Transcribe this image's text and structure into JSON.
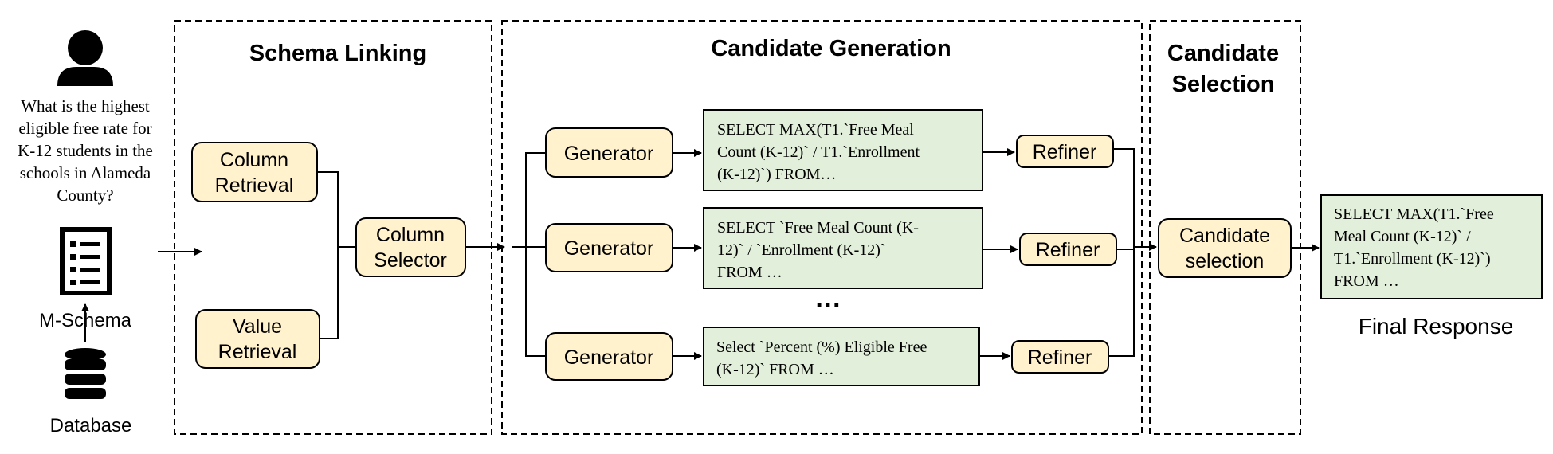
{
  "colors": {
    "module_fill": "#fff2cc",
    "sql_fill": "#e2efda",
    "stroke": "#000000"
  },
  "input": {
    "question_lines": [
      "What is the highest",
      "eligible free rate for",
      "K-12 students in the",
      "schools in Alameda",
      "County?"
    ],
    "mschema_label": "M-Schema",
    "database_label": "Database",
    "icons": [
      "user-icon",
      "document-list-icon",
      "database-icon"
    ]
  },
  "sections": {
    "schema_linking": "Schema Linking",
    "candidate_generation": "Candidate Generation",
    "candidate_selection_lines": [
      "Candidate",
      "Selection"
    ]
  },
  "schema_linking": {
    "column_retrieval": [
      "Column",
      "Retrieval"
    ],
    "value_retrieval": [
      "Value",
      "Retrieval"
    ],
    "column_selector": [
      "Column",
      "Selector"
    ]
  },
  "generation": {
    "rows": [
      {
        "generator": "Generator",
        "sql_lines": [
          "SELECT MAX(T1.`Free Meal",
          "Count (K-12)` / T1.`Enrollment",
          "(K-12)`) FROM…"
        ],
        "refiner": "Refiner"
      },
      {
        "generator": "Generator",
        "sql_lines": [
          "SELECT `Free Meal Count (K-",
          "12)` / `Enrollment (K-12)`",
          "FROM …"
        ],
        "refiner": "Refiner"
      },
      {
        "generator": "Generator",
        "sql_lines": [
          "Select `Percent (%) Eligible Free",
          "(K-12)`  FROM …"
        ],
        "refiner": "Refiner"
      }
    ],
    "ellipsis": "…"
  },
  "selection": {
    "candidate_selection": [
      "Candidate",
      "selection"
    ]
  },
  "output": {
    "final_sql_lines": [
      "SELECT MAX(T1.`Free",
      "Meal Count (K-12)` /",
      "T1.`Enrollment (K-12)`)",
      "FROM …"
    ],
    "final_response": "Final Response"
  }
}
